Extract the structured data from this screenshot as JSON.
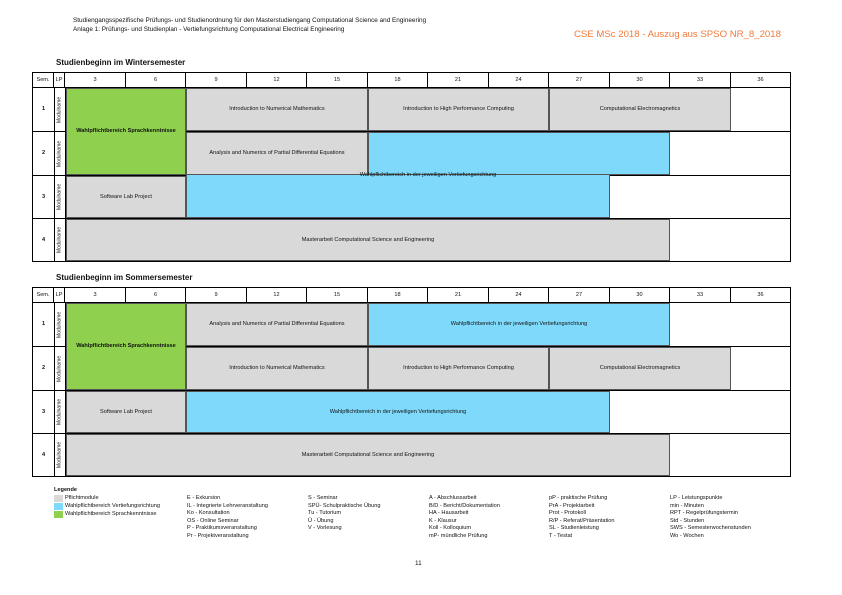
{
  "header": {
    "line1": "Studiengangsspezifische Prüfungs- und Studienordnung für den Masterstudiengang Computational Science and Engineering",
    "line2": "Anlage 1: Prüfungs- und Studienplan - Vertiefungsrichtung Computational Electrical Engineering",
    "right": "CSE MSc 2018 - Auszug aus SPSO NR_8_2018"
  },
  "colors": {
    "pflicht": "#d9d9d9",
    "vertiefung": "#7fd9fb",
    "sprache": "#8fd14f",
    "header_accent": "#f07a3a"
  },
  "columns": {
    "sem": "Sem.",
    "lp": "LP",
    "values": [
      "3",
      "6",
      "9",
      "12",
      "15",
      "18",
      "21",
      "24",
      "27",
      "30",
      "33",
      "36"
    ]
  },
  "row_label": "Modulname",
  "winter": {
    "title": "Studienbeginn im Wintersemester",
    "semesters": [
      "1",
      "2",
      "3",
      "4"
    ],
    "blocks": {
      "sprache": "Wahlpflichtbereich Sprachkenntnisse",
      "s1_a": "Introduction to Numerical Mathematics",
      "s1_b": "Introduction to High Performance Computing",
      "s1_c": "Computational Electromagnetics",
      "s2_a": "Analysis and Numerics of Partial Differential Equations",
      "vert": "Wahlpflichtbereich in der jeweiligen Vertiefungsrichtung",
      "s3_a": "Software Lab Project",
      "s4": "Masterarbeit Computational Science and Engineering"
    }
  },
  "summer": {
    "title": "Studienbeginn im Sommersemester",
    "semesters": [
      "1",
      "2",
      "3",
      "4"
    ],
    "blocks": {
      "sprache": "Wahlpflichtbereich Sprachkenntnisse",
      "s1_a": "Analysis and Numerics of Partial Differential Equations",
      "s1_vert": "Wahlpflichtbereich in der jeweiligen Vertiefungsrichtung",
      "s2_a": "Introduction to Numerical Mathematics",
      "s2_b": "Introduction to High Performance Computing",
      "s2_c": "Computational Electromagnetics",
      "s3_a": "Software Lab Project",
      "s3_vert": "Wahlpflichtbereich in der jeweiligen Vertiefungsrichtung",
      "s4": "Masterarbeit Computational Science and Engineering"
    }
  },
  "legend": {
    "title": "Legende",
    "swatches": [
      "Pflichtmodule",
      "Wahlpflichtbereich Vertiefungsrichtung",
      "Wahlpflichtbereich Sprachkenntnisse"
    ],
    "col1": [
      "E - Exkursion",
      "IL - Integrierte Lehrveranstaltung",
      "Ko - Konsultation",
      "OS - Online Seminar",
      "P - Praktikumsveranstaltung",
      "Pr - Projektveranstaltung"
    ],
    "col2": [
      "S - Seminar",
      "SPÜ- Schulpraktische Übung",
      "Tu - Tutorium",
      "Ü - Übung",
      "V - Vorlesung"
    ],
    "col3": [
      "A - Abschlussarbeit",
      "B/D - Bericht/Dokumentation",
      "HA - Hausarbeit",
      "K - Klausur",
      "Koll - Kolloquium",
      "mP- mündliche Prüfung"
    ],
    "col4": [
      "pP - praktische Prüfung",
      "PrA - Projektarbeit",
      "Prot - Protokoll",
      "R/P - Referat/Präsentation",
      "SL - Studienleistung",
      "T - Testat"
    ],
    "col5": [
      "LP - Leistungspunkte",
      "min - Minuten",
      "RPT - Regelprüfungstermin",
      "Std - Stunden",
      "SWS - Semesterwochenstunden",
      "Wo - Wochen"
    ]
  },
  "page_number": "11"
}
